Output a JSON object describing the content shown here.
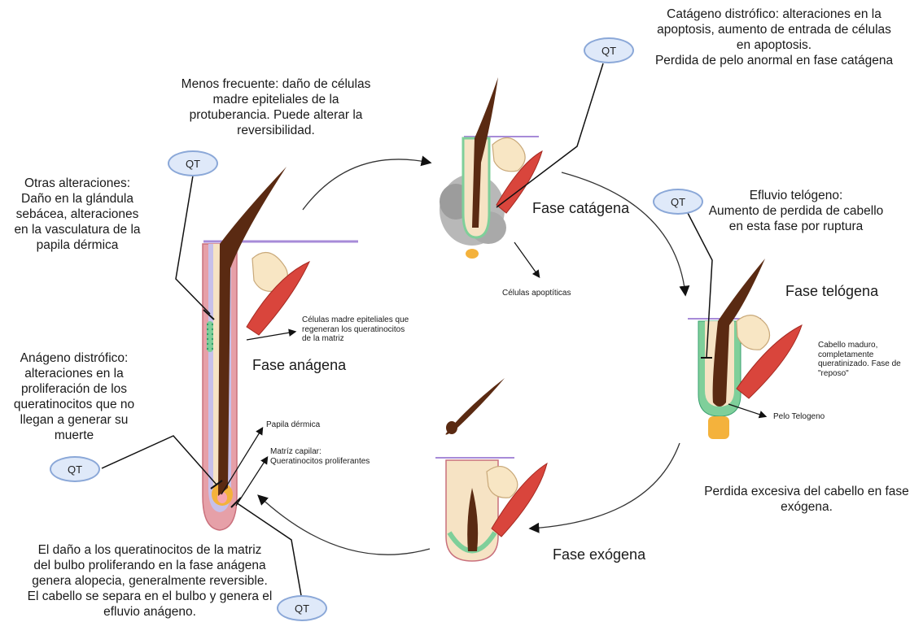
{
  "texts": {
    "catagen_distrofico": "Catágeno distrófico: alteraciones en la\napoptosis, aumento de entrada de células\nen apoptosis.\nPerdida de pelo anormal en fase catágena",
    "menos_frecuente": "Menos frecuente: daño de células\nmadre epiteliales de la\nprotuberancia. Puede alterar la\nreversibilidad.",
    "otras_alteraciones": "Otras alteraciones:\nDaño en la glándula\nsebácea, alteraciones\nen la vasculatura de la\npapila dérmica",
    "efluvio_telogeno": "Efluvio telógeno:\nAumento de perdida de cabello\nen esta fase por ruptura",
    "anageno_distrofico": "Anágeno distrófico:\nalteraciones en la\nproliferación de los\nqueratinocitos que no\nllegan a generar su\nmuerte",
    "perdida_exogena": "Perdida excesiva del cabello en fase\nexógena.",
    "dano_queratinocitos": "El daño a los queratinocitos de la matriz\ndel  bulbo proliferando en la fase anágena\ngenera alopecia, generalmente reversible.\nEl cabello se separa en el bulbo y genera el\nefluvio anágeno."
  },
  "phases": {
    "anagena": "Fase anágena",
    "catagena": "Fase catágena",
    "telogena": "Fase telógena",
    "exogena": "Fase exógena"
  },
  "small_labels": {
    "celulas_madre": "Células madre epiteliales que\nregeneran los queratinocitos\nde la matriz",
    "papila": "Papila dérmica",
    "matriz": "Matríz capilar:\nQueratinocitos proliferantes",
    "apoptoticas": "Células apoptíticas",
    "cabello_maduro": "Cabello maduro,\ncompletamente\nqueratinizado. Fase de\n\"reposo\"",
    "pelo_telogeno": "Pelo Telogeno"
  },
  "qt_label": "QT",
  "colors": {
    "hair": "#5a2a12",
    "outer_sheath": "#e6a0a8",
    "inner_sheath": "#c7c0ea",
    "hair_core": "#f6e3c4",
    "muscle": "#d9453c",
    "sebaceous": "#f8e6c4",
    "stem_cells": "#7fcf9a",
    "matrix": "#f4b23c",
    "qt_fill": "#dfe9f9",
    "qt_border": "#8ba8d8"
  }
}
